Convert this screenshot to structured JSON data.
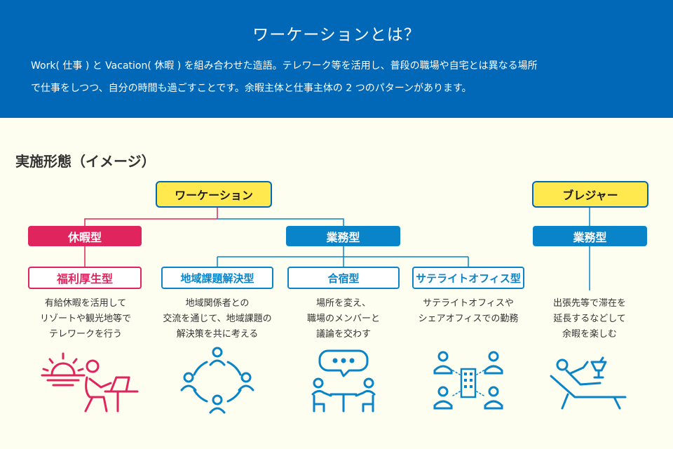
{
  "header": {
    "title": "ワーケーションとは？",
    "desc_line1": "Work( 仕事 ) と Vacation( 休暇 ) を組み合わせた造語。テレワーク等を活用し、普段の職場や自宅とは異なる場所",
    "desc_line2": "で仕事をしつつ、自分の時間も過ごすことです。余暇主体と仕事主体の 2 つのパターンがあります。"
  },
  "section_title": "実施形態（イメージ）",
  "diagram": {
    "workation": {
      "label": "ワーケーション",
      "vacation_type": {
        "label": "休暇型",
        "children": [
          {
            "label": "福利厚生型",
            "desc": [
              "有給休暇を活用して",
              "リゾートや観光地等で",
              "テレワークを行う"
            ],
            "icon": "sunrise-laptop-icon"
          }
        ]
      },
      "business_type": {
        "label": "業務型",
        "children": [
          {
            "label": "地域課題解決型",
            "desc": [
              "地域関係者との",
              "交流を通じて、地域課題の",
              "解決策を共に考える"
            ],
            "icon": "people-circle-icon"
          },
          {
            "label": "合宿型",
            "desc": [
              "場所を変え、",
              "職場のメンバーと",
              "議論を交わす"
            ],
            "icon": "meeting-icon"
          },
          {
            "label": "サテライトオフィス型",
            "desc": [
              "サテライトオフィスや",
              "シェアオフィスでの勤務"
            ],
            "icon": "office-people-icon"
          }
        ]
      }
    },
    "bleisure": {
      "label": "ブレジャー",
      "business_type": {
        "label": "業務型",
        "desc": [
          "出張先等で滞在を",
          "延長するなどして",
          "余暇を楽しむ"
        ],
        "icon": "lounge-chair-icon"
      }
    }
  },
  "colors": {
    "header_bg": "#0068b7",
    "background": "#fdfdf0",
    "yellow": "#ffe94f",
    "red": "#e0245e",
    "blue": "#0a84c8"
  }
}
